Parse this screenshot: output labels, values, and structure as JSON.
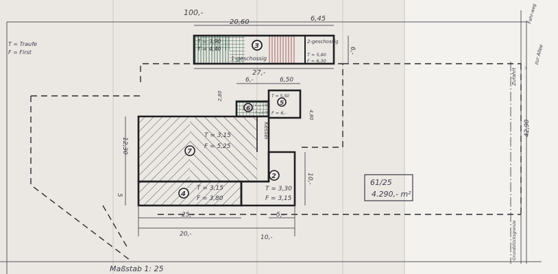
{
  "sheet": {
    "scale_label": "Maßstab 1: 25",
    "legend": [
      "T = Traufe",
      "F = First"
    ],
    "overall_width": "100,-",
    "overall_depth": "42,90",
    "parcel": {
      "number": "61/25",
      "area": "4.290,- m²"
    },
    "side_notes": {
      "top_right": "Fahr-weg",
      "right": "zur Allee",
      "road": "Zufahrt",
      "bottom_right": "Grundstücksgrenze"
    }
  },
  "buildings": [
    {
      "id": "3",
      "label": "3",
      "eaves": "T = 3,90",
      "ridge": "T = 4,40",
      "note": "1-geschossig",
      "annex_note": "2-geschossig",
      "annex_eaves": "T = 5,80",
      "annex_ridge": "F = 6,30"
    },
    {
      "id": "7",
      "label": "7",
      "eaves": "T = 3,15",
      "ridge": "F = 5,25",
      "note": "Kessel"
    },
    {
      "id": "2",
      "label": "2",
      "eaves": "T = 3,30",
      "ridge": "F = 3,15"
    },
    {
      "id": "4",
      "label": "4",
      "eaves": "T = 3,15",
      "ridge": "F = 3,80"
    },
    {
      "id": "6",
      "label": "6",
      "eaves": "F = 3,50",
      "ridge": "T = 2,75"
    },
    {
      "id": "5",
      "label": "5",
      "eaves": "T = 5,50",
      "ridge": "F = 6,-"
    }
  ],
  "dimensions": {
    "d_20_60": "20,60",
    "d_6_45": "6,45",
    "d_6_v": "6,-",
    "d_27": "27,-",
    "d_6": "6,-",
    "d_6_50": "6,50",
    "d_2_80": "2,80",
    "d_4_80": "4,80",
    "d_12_30": "12,30",
    "d_5_v": "5",
    "d_10_v": "10,-",
    "d_25": "25,-",
    "d_5": "5,-",
    "d_20": "20,-",
    "d_10": "10,-"
  },
  "colors": {
    "paper": "#ebe8e3",
    "ink": "#1e1e22",
    "grid_green": "#3f6a55",
    "hatch_red": "#a0474f"
  }
}
